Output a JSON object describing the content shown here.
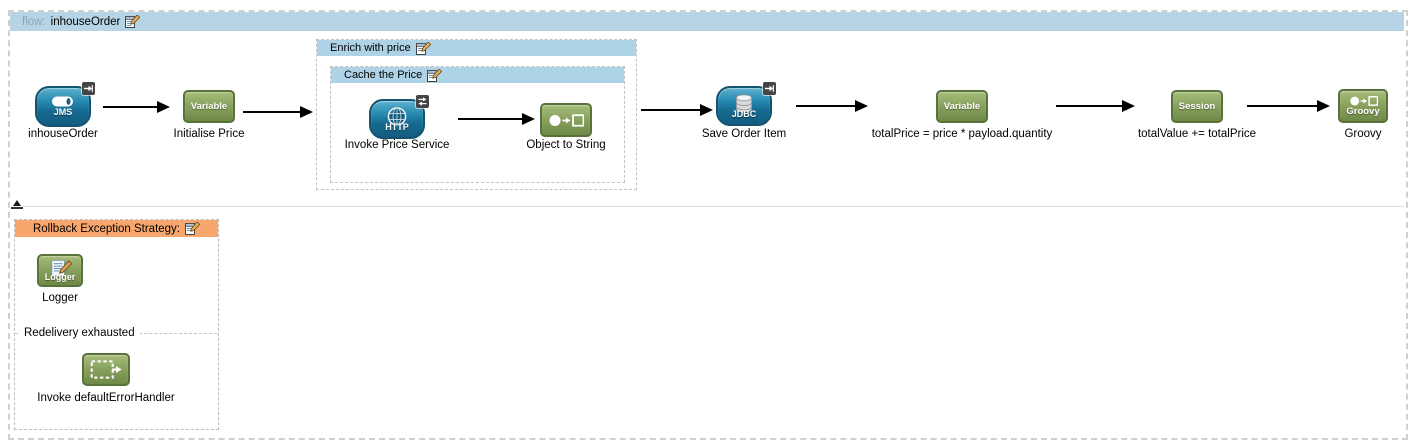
{
  "flow": {
    "header": {
      "prefix": "flow:",
      "title": "inhouseOrder"
    },
    "scopes": {
      "enrich": {
        "title": "Enrich with price"
      },
      "cache": {
        "title": "Cache the Price"
      }
    },
    "nodes": {
      "jms": {
        "type_label": "JMS",
        "caption": "inhouseOrder"
      },
      "init_var": {
        "type_label": "Variable",
        "caption": "Initialise Price"
      },
      "http": {
        "type_label": "HTTP",
        "caption": "Invoke Price Service"
      },
      "o2s": {
        "caption": "Object to String"
      },
      "jdbc": {
        "type_label": "JDBC",
        "caption": "Save Order Item"
      },
      "price_var": {
        "type_label": "Variable",
        "caption": "totalPrice = price * payload.quantity"
      },
      "session": {
        "type_label": "Session",
        "caption": "totalValue += totalPrice"
      },
      "groovy": {
        "type_label": "Groovy",
        "caption": "Groovy"
      }
    }
  },
  "exception_strategy": {
    "title": "Rollback Exception Strategy:",
    "redelivery_label": "Redelivery exhausted",
    "nodes": {
      "logger": {
        "type_label": "Logger",
        "caption": "Logger"
      },
      "invoke": {
        "caption": "Invoke defaultErrorHandler"
      }
    }
  },
  "colors": {
    "flow_header_bg": "#b6d4e5",
    "scope_header_bg": "#aed3e6",
    "exception_header_bg": "#f7a76d",
    "endpoint_blue": "#1d7ba3",
    "processor_green": "#7e9b55",
    "dashed_border": "#c9c9c9",
    "arrow_black": "#000000"
  }
}
